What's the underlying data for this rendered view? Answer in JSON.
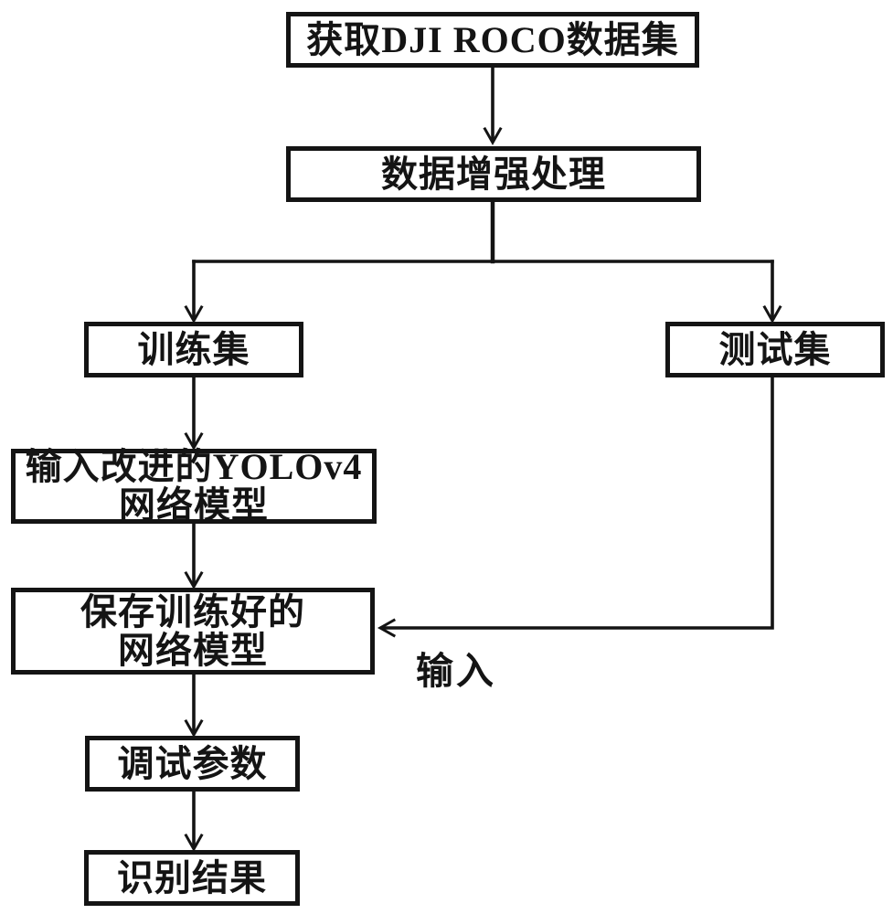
{
  "diagram": {
    "type": "flowchart",
    "background_color": "#ffffff",
    "stroke_color": "#141414",
    "nodes": {
      "dataset": {
        "label": "获取DJI ROCO数据集"
      },
      "augment": {
        "label": "数据增强处理"
      },
      "train_set": {
        "label": "训练集"
      },
      "test_set": {
        "label": "测试集"
      },
      "yolo_model": {
        "line1": "输入改进的YOLOv4",
        "line2": "网络模型"
      },
      "save_model": {
        "line1": "保存训练好的",
        "line2": "网络模型"
      },
      "tune_params": {
        "label": "调试参数"
      },
      "result": {
        "label": "识别结果"
      }
    },
    "edge_labels": {
      "test_input": "输入"
    },
    "edges": [
      {
        "from": "dataset",
        "to": "augment",
        "label": ""
      },
      {
        "from": "augment",
        "to": "train_set",
        "label": ""
      },
      {
        "from": "augment",
        "to": "test_set",
        "label": ""
      },
      {
        "from": "train_set",
        "to": "yolo_model",
        "label": ""
      },
      {
        "from": "yolo_model",
        "to": "save_model",
        "label": ""
      },
      {
        "from": "test_set",
        "to": "save_model",
        "label": "输入"
      },
      {
        "from": "save_model",
        "to": "tune_params",
        "label": ""
      },
      {
        "from": "tune_params",
        "to": "result",
        "label": ""
      }
    ]
  }
}
